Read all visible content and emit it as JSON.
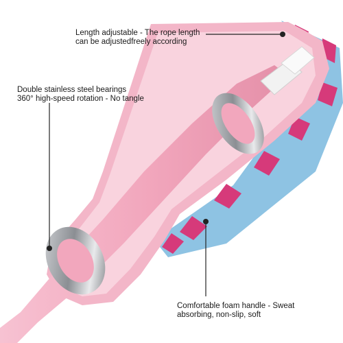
{
  "callouts": {
    "length": {
      "line1": "Length adjustable - The rope length",
      "line2": "can be adjustedfreely according"
    },
    "bearings": {
      "line1": "Double stainless steel bearings",
      "line2": "360° high-speed rotation - No tangle"
    },
    "handle": {
      "line1": "Comfortable foam handle - Sweat",
      "line2": "absorbing, non-slip, soft"
    }
  },
  "colors": {
    "shell_pink": "#f3b6c8",
    "shell_inner": "#f9d3de",
    "rope_pink": "#f2a7bd",
    "stripe_blue": "#8ec3e3",
    "stripe_magenta": "#d63a7a",
    "bearing_metal": "#9a9da2",
    "leader_line": "#222222"
  },
  "icons": [
    "callout-dot-icon"
  ]
}
